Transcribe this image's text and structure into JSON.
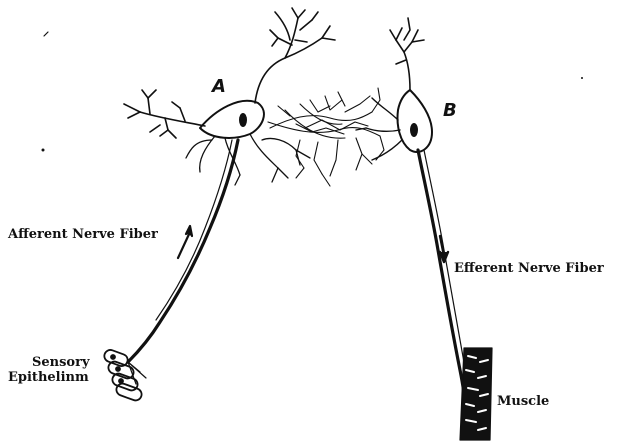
{
  "labels": {
    "neuron_a": "A",
    "neuron_b": "B",
    "afferent": "Afferent Nerve Fiber",
    "efferent": "Efferent Nerve Fiber",
    "sensory_line1": "Sensory",
    "sensory_line2": "Epithelinm",
    "muscle": "Muscle"
  },
  "colors": {
    "ink": "#111111",
    "background": "#ffffff"
  }
}
